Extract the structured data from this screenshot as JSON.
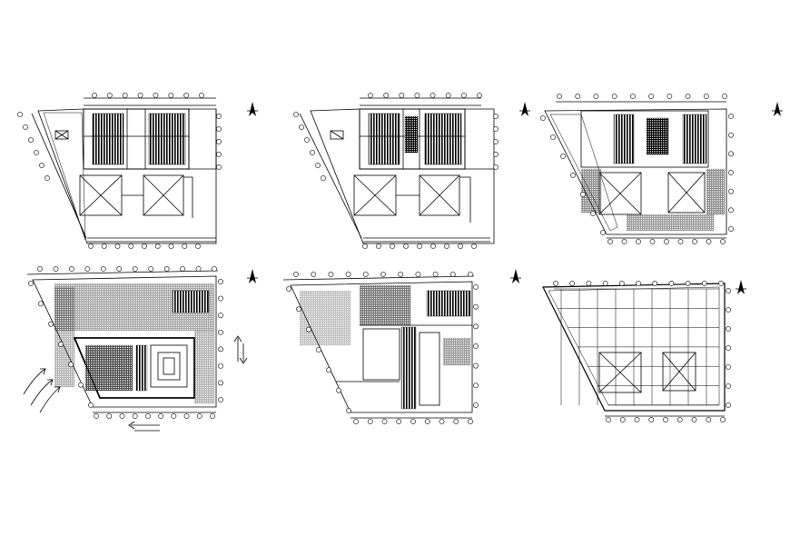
{
  "sheet": {
    "background": "#ffffff",
    "line_color": "#000000"
  },
  "plans": [
    {
      "id": "plan-1",
      "kind": "basement-parking",
      "icon": "north-arrow-icon"
    },
    {
      "id": "plan-2",
      "kind": "basement-parking",
      "icon": "north-arrow-icon"
    },
    {
      "id": "plan-3",
      "kind": "upper-floor-furnished",
      "icon": "north-arrow-icon"
    },
    {
      "id": "plan-4",
      "kind": "ground-floor-site",
      "icon": "north-arrow-icon"
    },
    {
      "id": "plan-5",
      "kind": "first-floor",
      "icon": "north-arrow-icon"
    },
    {
      "id": "plan-6",
      "kind": "roof-grid",
      "icon": "north-arrow-icon"
    }
  ]
}
